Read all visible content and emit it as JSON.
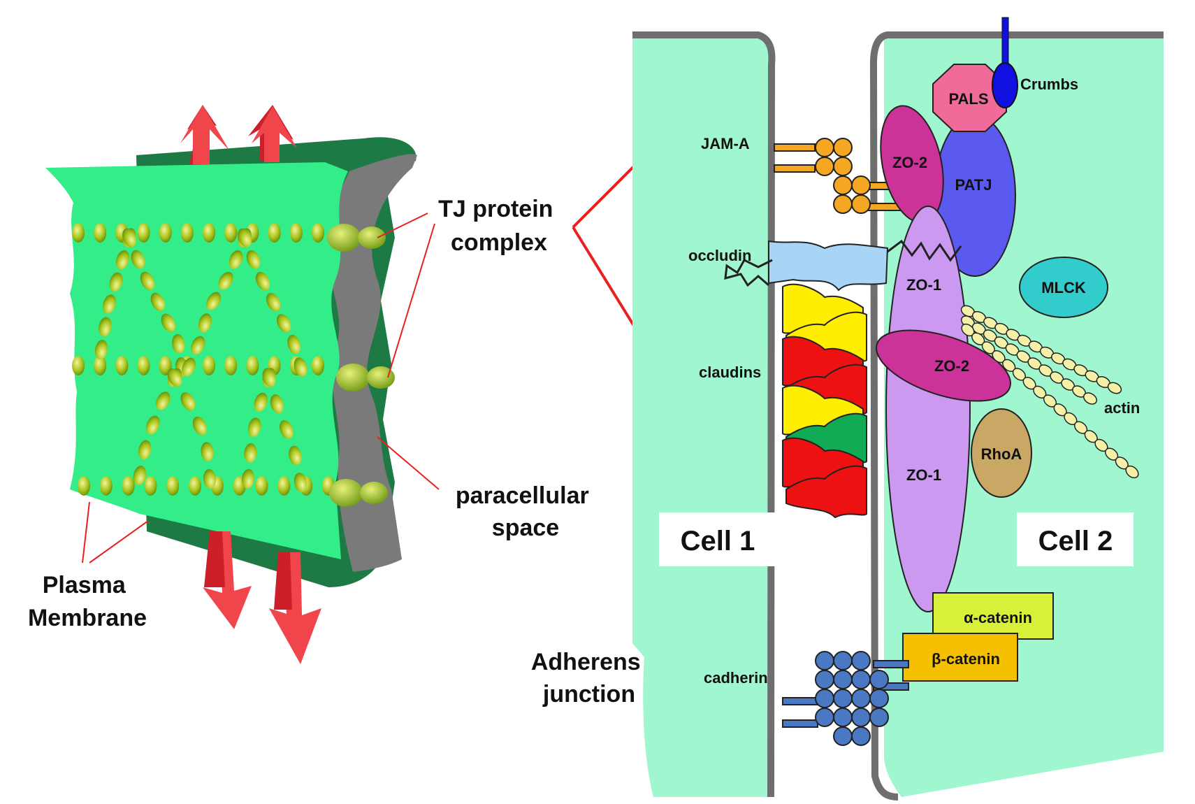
{
  "labels": {
    "tj_protein_complex": [
      "TJ protein",
      "complex"
    ],
    "paracellular_space": [
      "paracellular",
      "space"
    ],
    "plasma_membrane": [
      "Plasma",
      "Membrane"
    ],
    "adherens_junction": [
      "Adherens",
      "junction"
    ],
    "jam_a": "JAM-A",
    "occludin": "occludin",
    "claudins": "claudins",
    "cadherin": "cadherin",
    "pals": "PALS",
    "crumbs": "Crumbs",
    "patj": "PATJ",
    "zo2_top": "ZO-2",
    "zo1_top": "ZO-1",
    "zo2_mid": "ZO-2",
    "zo1_bottom": "ZO-1",
    "mlck": "MLCK",
    "rhoa": "RhoA",
    "actin": "actin",
    "alpha_catenin": "α-catenin",
    "beta_catenin": "β-catenin",
    "cell1": "Cell 1",
    "cell2": "Cell 2"
  },
  "colors": {
    "cell_fill": "#9ff6cf",
    "membrane": "#6e6e6e",
    "sheet_front": "#33ee88",
    "sheet_back": "#1e7a45",
    "arrow": "#f0454a",
    "pointer": "#e8201f",
    "pals": "#f06a9a",
    "crumbs": "#1010e0",
    "patj": "#5a5af0",
    "zo2": "#cc3399",
    "zo1": "#cc99f0",
    "mlck": "#33cccc",
    "rhoa": "#c9a866",
    "actin": "#f5f0a8",
    "alpha_catenin": "#d9f03a",
    "beta_catenin": "#f5c000",
    "jam": "#f5a623",
    "cadherin": "#4a78c2",
    "occludin": "#a8d4f5",
    "claudin_yellow": "#ffee00",
    "claudin_red": "#ee1111",
    "claudin_green": "#11aa55"
  }
}
